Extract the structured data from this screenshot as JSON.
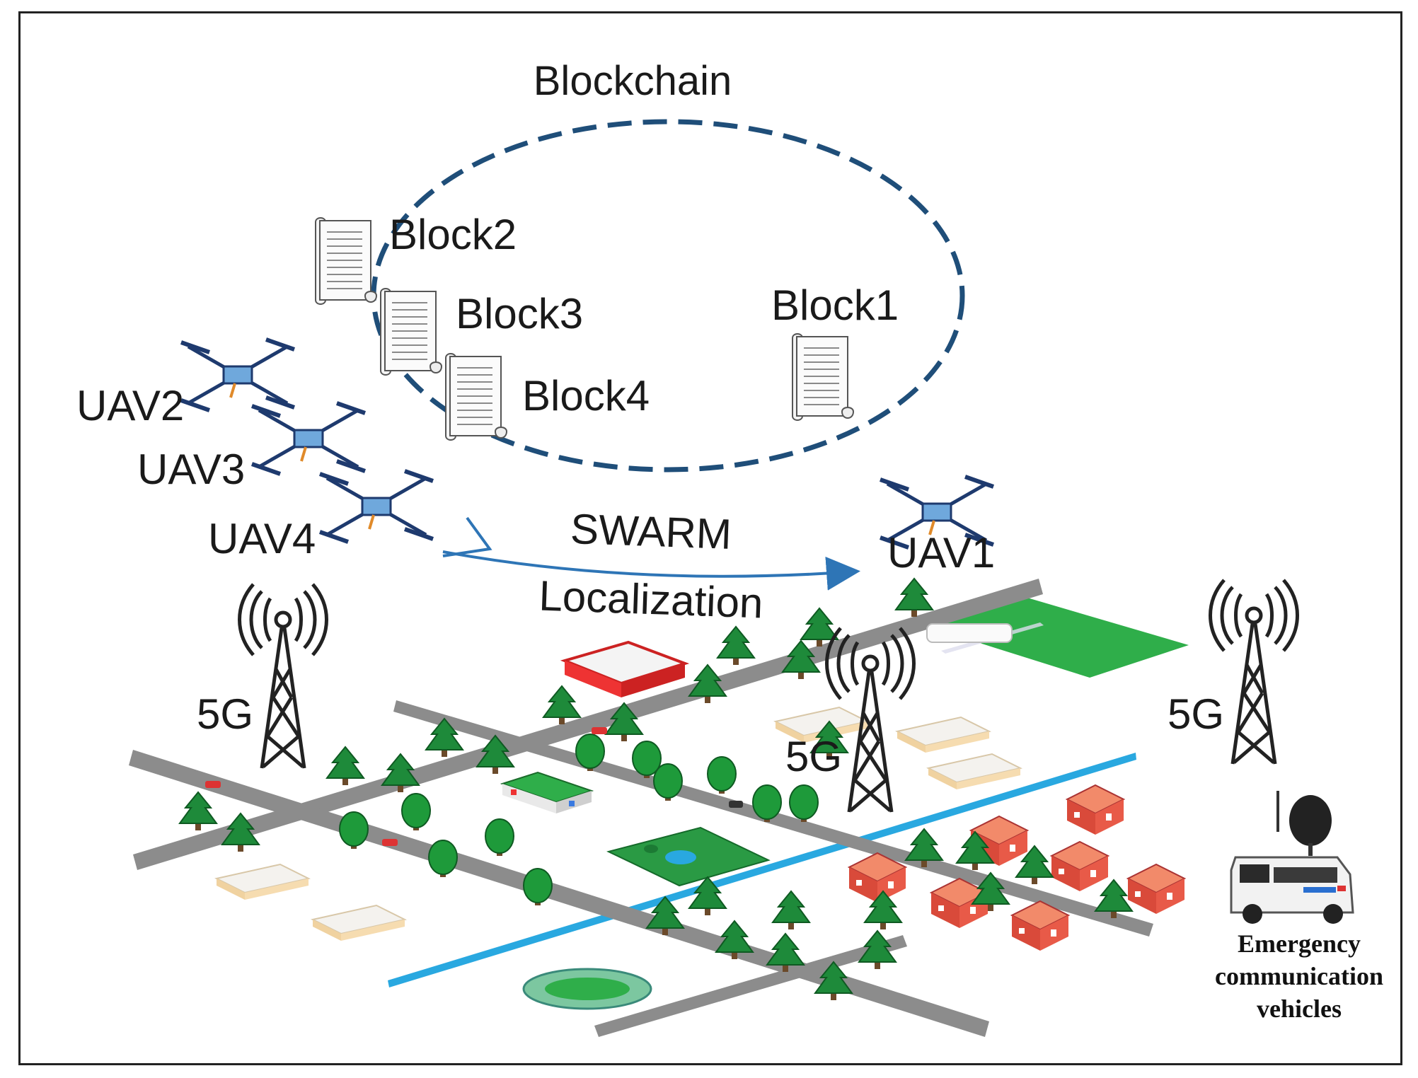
{
  "title": "Blockchain",
  "blocks": [
    "Block2",
    "Block3",
    "Block4",
    "Block1"
  ],
  "uavs": [
    "UAV2",
    "UAV3",
    "UAV4",
    "UAV1"
  ],
  "swarm": {
    "line1": "SWARM",
    "line2": "Localization"
  },
  "towers": [
    "5G",
    "5G",
    "5G"
  ],
  "vehicle": {
    "line1": "Emergency",
    "line2": "communication",
    "line3": "vehicles"
  },
  "colors": {
    "dashed_ellipse": "#1f4e79",
    "arrow": "#2e75b6",
    "road": "#8c8c8c",
    "river": "#29a8e0",
    "tree": "#1e8a3a",
    "roof": "#e8705a",
    "grass": "#2fae4a"
  },
  "icons": [
    "scroll-icon",
    "quadcopter-icon",
    "cell-tower-icon",
    "tree-icon",
    "house-icon",
    "van-icon"
  ]
}
